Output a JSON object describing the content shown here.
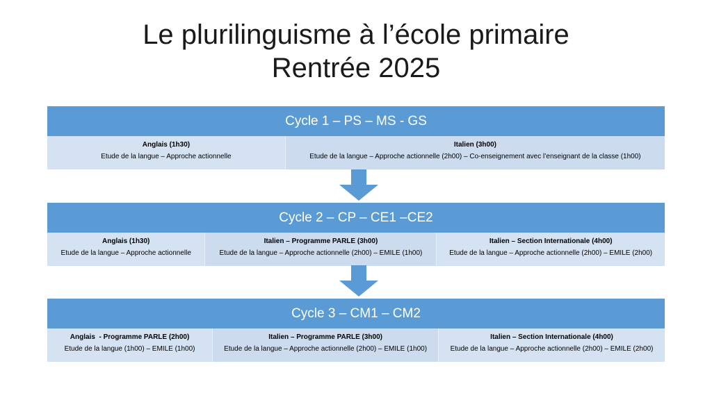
{
  "slide": {
    "title_line1": "Le plurilinguisme à l’école primaire",
    "title_line2": "Rentrée 2025",
    "colors": {
      "header_blue": "#5b9bd5",
      "cell_light": "#d4e2f2",
      "cell_light_alt": "#ccdcee",
      "title_text": "#1a1a1a",
      "header_text": "#ffffff"
    }
  },
  "cycles": [
    {
      "header": "Cycle 1 – PS – MS - GS",
      "cells": [
        {
          "title": "Anglais (1h30)",
          "subtitle": "Etude de la langue – Approche actionnelle",
          "width_pct": 38.5
        },
        {
          "title": "Italien (3h00)",
          "subtitle": "Etude de la langue – Approche actionnelle (2h00) – Co-enseignement avec l’enseignant de la classe (1h00)",
          "width_pct": 61.5
        }
      ]
    },
    {
      "header": "Cycle 2 – CP – CE1 –CE2",
      "cells": [
        {
          "title": "Anglais (1h30)",
          "subtitle": "Etude de la langue – Approche actionnelle",
          "width_pct": 25.5
        },
        {
          "title": "Italien – Programme PARLE (3h00)",
          "subtitle": "Etude de la langue – Approche actionnelle (2h00) – EMILE (1h00)",
          "width_pct": 37.5
        },
        {
          "title": "Italien – Section Internationale (4h00)",
          "subtitle": "Etude de la langue – Approche actionnelle (2h00) – EMILE (2h00)",
          "width_pct": 37.0
        }
      ]
    },
    {
      "header": "Cycle 3 – CM1 – CM2",
      "cells": [
        {
          "title": "Anglais  - Programme PARLE (2h00)",
          "subtitle": "Etude de la langue (1h00) – EMILE (1h00)",
          "width_pct": 26.7
        },
        {
          "title": "Italien – Programme PARLE (3h00)",
          "subtitle": "Etude de la langue – Approche actionnelle (2h00) – EMILE (1h00)",
          "width_pct": 36.6
        },
        {
          "title": "Italien – Section Internationale (4h00)",
          "subtitle": "Etude de la langue – Approche actionnelle (2h00) – EMILE (2h00)",
          "width_pct": 36.7
        }
      ]
    }
  ],
  "arrows": [
    {
      "name": "down-arrow-cycle1-to-cycle2",
      "direction": "down"
    },
    {
      "name": "down-arrow-cycle2-to-cycle3",
      "direction": "down"
    }
  ]
}
